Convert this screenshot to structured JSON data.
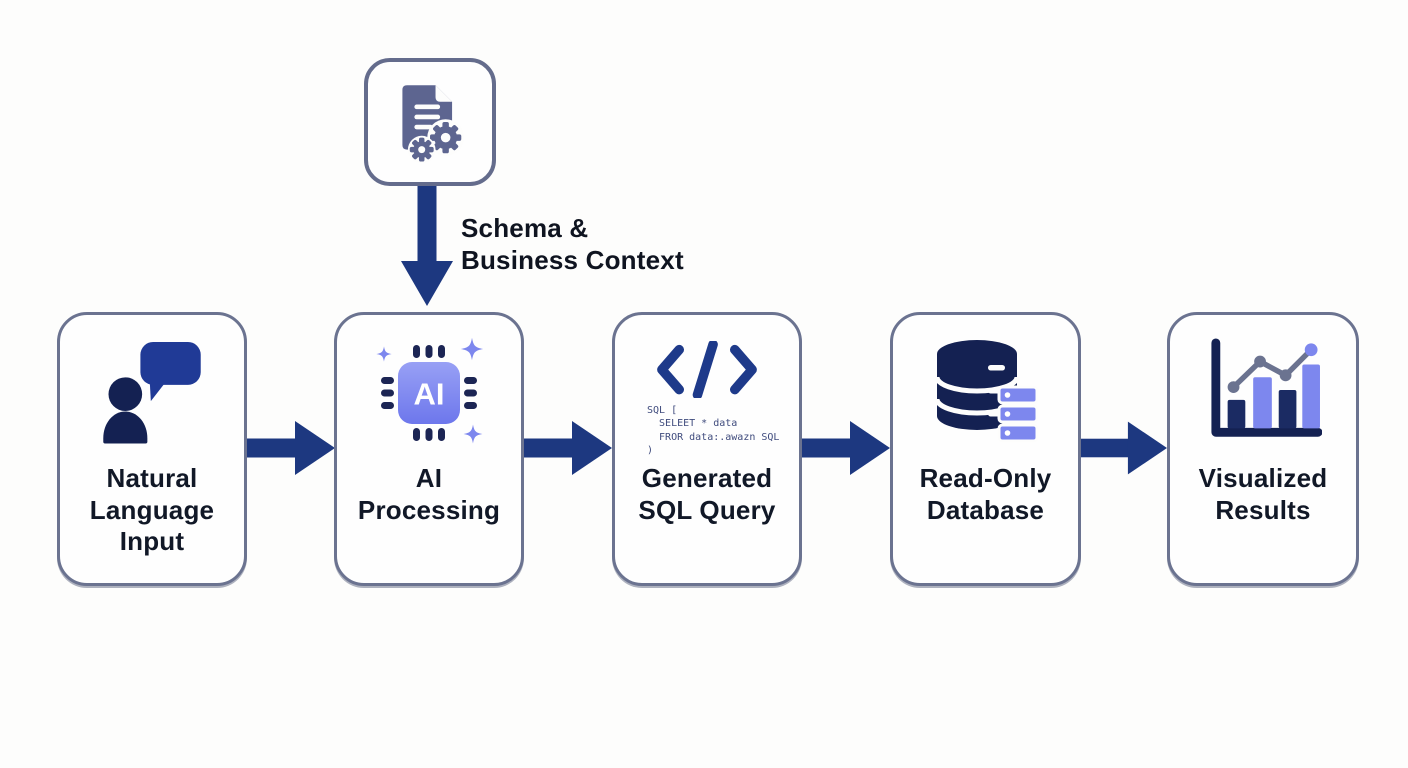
{
  "flow": {
    "context_node": {
      "icon": "document-gears-icon",
      "label": "Schema &\nBusiness Context"
    },
    "nodes": [
      {
        "id": "natural-language-input",
        "icon": "user-chat-icon",
        "label": "Natural\nLanguage\nInput"
      },
      {
        "id": "ai-processing",
        "icon": "ai-chip-icon",
        "label": "AI\nProcessing",
        "chip_text": "AI"
      },
      {
        "id": "generated-sql-query",
        "icon": "code-brackets-icon",
        "label": "Generated\nSQL Query",
        "code_snippet": "SQL [\n  SELEET * data\n  FROR data:.awazn SQL\n)"
      },
      {
        "id": "read-only-database",
        "icon": "database-icon",
        "label": "Read-Only\nDatabase"
      },
      {
        "id": "visualized-results",
        "icon": "bar-chart-icon",
        "label": "Visualized\nResults"
      }
    ],
    "connectors": {
      "down_arrow": "arrow-down-icon",
      "right_arrows": 4
    }
  },
  "colors": {
    "background": "#fdfdfc",
    "box_border": "#6b7390",
    "context_box_border": "#646c8c",
    "arrow_navy": "#1d3880",
    "icon_navy_dark": "#142152",
    "icon_navy_royal": "#203a96",
    "periwinkle": "#7d87ee",
    "slate": "#5d6590",
    "line_slate": "#6b7390",
    "label_text": "#111827",
    "code_text": "#3f4b7d"
  }
}
